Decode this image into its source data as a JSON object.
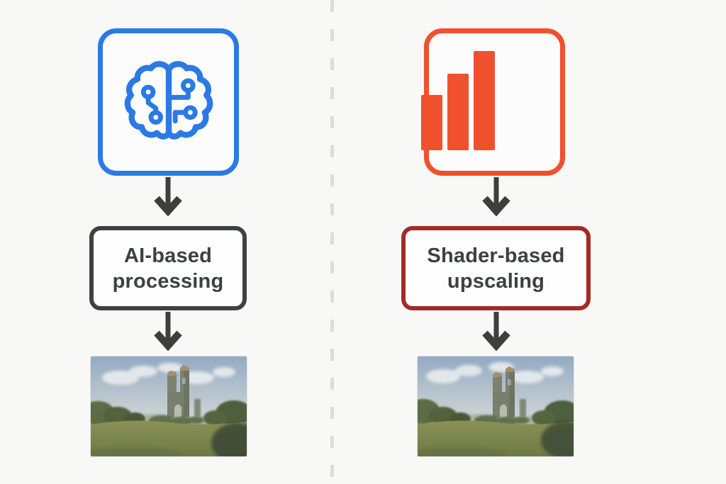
{
  "diagram": {
    "background_color": "#f8f8f7",
    "divider": {
      "style": "vertical-dashed",
      "color": "#dcdcdc"
    },
    "arrow_color": "#3e3e3e",
    "left_flow": {
      "icon": "brain-circuit-icon",
      "icon_color": "#2b7ae4",
      "label_line1": "AI-based",
      "label_line2": "processing",
      "label_box_border_color": "#3e4144",
      "label_text_color": "#3d4043",
      "result": "landscape-ruins-image"
    },
    "right_flow": {
      "icon": "bar-chart-icon",
      "icon_color": "#f1502e",
      "label_line1": "Shader-based",
      "label_line2": "upscaling",
      "label_box_border_color": "#a42a26",
      "label_text_color": "#3d4043",
      "result": "landscape-ruins-image"
    }
  }
}
